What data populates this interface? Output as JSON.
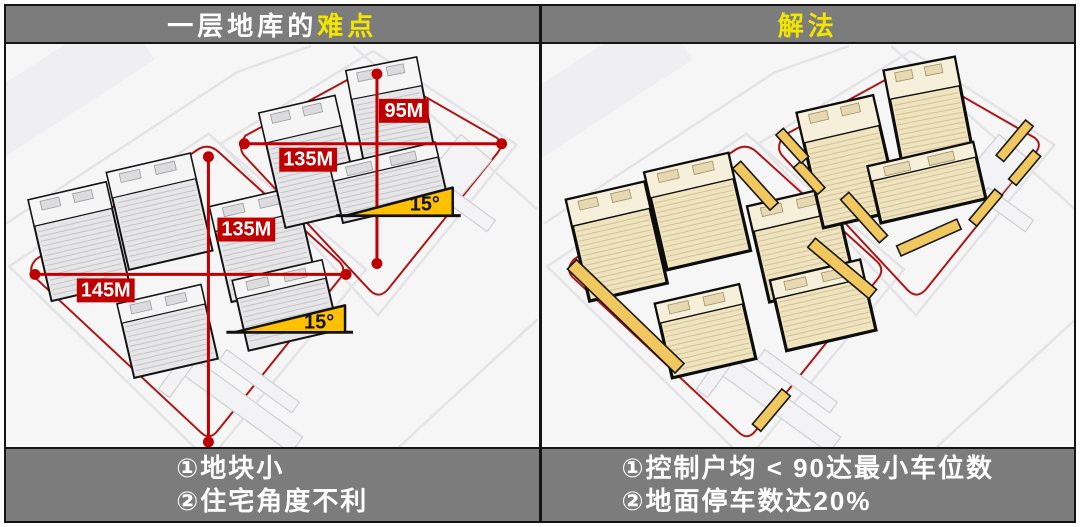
{
  "left_panel": {
    "title_prefix": "一层地库的",
    "title_highlight": "难点",
    "dimensions": {
      "site_a_width": "145M",
      "site_a_height": "135M",
      "site_b_width": "135M",
      "site_b_height": "95M"
    },
    "angle_labels": {
      "site_a": "15°",
      "site_b": "15°"
    },
    "caption_lines": [
      "①地块小",
      "②住宅角度不利"
    ]
  },
  "right_panel": {
    "title_highlight": "解法",
    "caption_lines": [
      "①控制户均 < 90达最小车位数",
      "②地面停车数达20%"
    ]
  },
  "colors": {
    "header_bg": "#7c7c7c",
    "caption_bg": "#7c7c7c",
    "highlight_yellow": "#f2e600",
    "dimension_red": "#c00000",
    "boundary_red": "#b01515",
    "wedge_yellow": "#ffc000",
    "building_beige": "#efe4bf",
    "parking_yellow": "#f1c75f"
  }
}
